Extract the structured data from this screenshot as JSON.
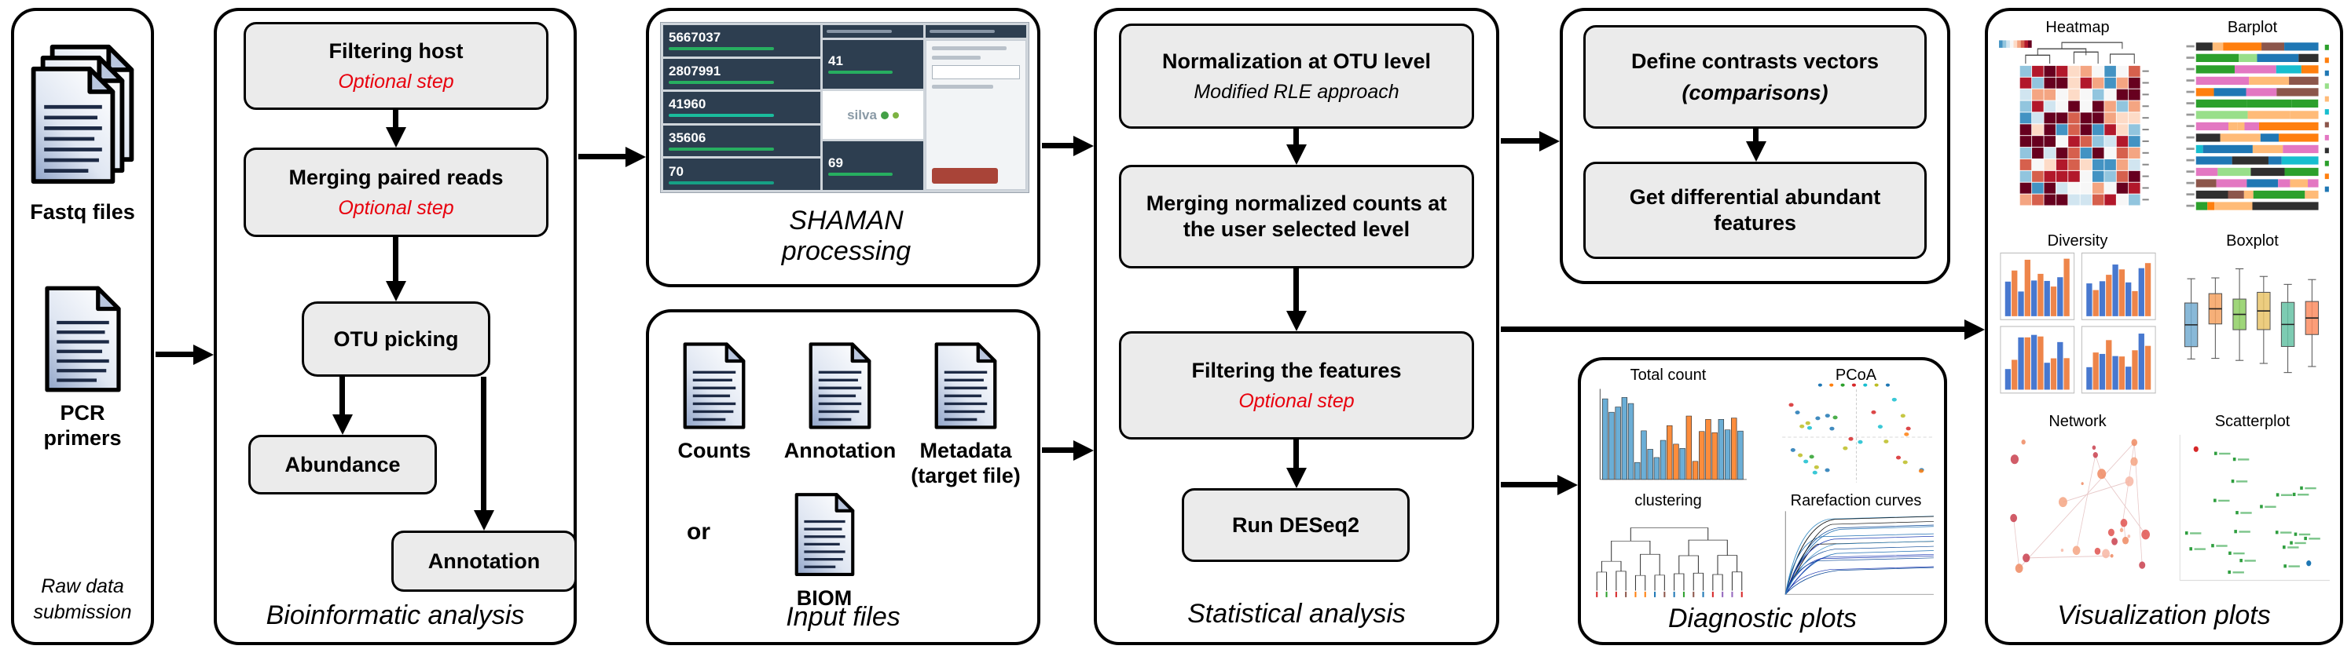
{
  "colors": {
    "note_red": "#e8000d",
    "box_fill": "#ebebeb",
    "panel_border": "#000000"
  },
  "raw_data": {
    "fastq_label": "Fastq files",
    "pcr_label": "PCR primers",
    "caption": "Raw data submission"
  },
  "bioinformatic": {
    "title": "Bioinformatic analysis",
    "filtering": {
      "label": "Filtering host",
      "note": "Optional step"
    },
    "merging": {
      "label": "Merging paired reads",
      "note": "Optional step"
    },
    "otu": {
      "label": "OTU picking"
    },
    "abundance": {
      "label": "Abundance"
    },
    "annotation": {
      "label": "Annotation"
    }
  },
  "shaman": {
    "title": "SHAMAN processing",
    "stats": [
      {
        "value": "5667037"
      },
      {
        "value": "2807991"
      },
      {
        "value": "41960"
      },
      {
        "value": "35606"
      },
      {
        "value": "70"
      }
    ],
    "counters": [
      {
        "value": "41"
      },
      {
        "value": "69"
      }
    ],
    "logo": "silva"
  },
  "input_files": {
    "title": "Input files",
    "counts_label": "Counts",
    "annotation_label": "Annotation",
    "metadata_label": "Metadata",
    "metadata_sub": "(target file)",
    "or_label": "or",
    "biom_label": "BIOM"
  },
  "statistical": {
    "title": "Statistical analysis",
    "normalization": {
      "label": "Normalization at OTU level",
      "note": "Modified RLE approach"
    },
    "merging": {
      "label": "Merging normalized counts at the user selected level"
    },
    "filtering": {
      "label": "Filtering the features",
      "note": "Optional step"
    },
    "deseq": {
      "label": "Run DESeq2"
    }
  },
  "contrasts": {
    "define": {
      "label": "Define contrasts vectors",
      "sub": "(comparisons)"
    },
    "get": {
      "label": "Get differential abundant features"
    }
  },
  "diagnostic": {
    "title": "Diagnostic plots",
    "total_count_label": "Total count",
    "pcoa_label": "PCoA",
    "clustering_label": "clustering",
    "rarefaction_label": "Rarefaction curves"
  },
  "visualization": {
    "title": "Visualization plots",
    "heatmap_label": "Heatmap",
    "barplot_label": "Barplot",
    "diversity_label": "Diversity",
    "boxplot_label": "Boxplot",
    "network_label": "Network",
    "scatterplot_label": "Scatterplot"
  }
}
